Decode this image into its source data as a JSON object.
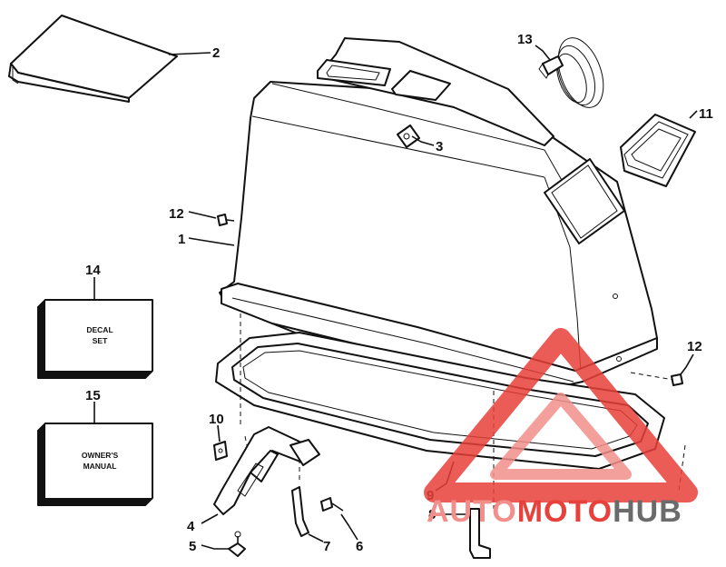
{
  "callouts": [
    {
      "id": "1",
      "label": "1"
    },
    {
      "id": "2",
      "label": "2"
    },
    {
      "id": "3",
      "label": "3"
    },
    {
      "id": "4",
      "label": "4"
    },
    {
      "id": "5",
      "label": "5"
    },
    {
      "id": "6",
      "label": "6"
    },
    {
      "id": "7",
      "label": "7"
    },
    {
      "id": "8",
      "label": "8"
    },
    {
      "id": "9",
      "label": "9"
    },
    {
      "id": "10",
      "label": "10"
    },
    {
      "id": "11",
      "label": "11"
    },
    {
      "id": "12a",
      "label": "12"
    },
    {
      "id": "12b",
      "label": "12"
    },
    {
      "id": "13",
      "label": "13"
    },
    {
      "id": "14",
      "label": "14"
    },
    {
      "id": "15",
      "label": "15"
    }
  ],
  "boxes": {
    "decal_set": {
      "line1": "DECAL",
      "line2": "SET"
    },
    "owners_manual": {
      "line1": "OWNER'S",
      "line2": "MANUAL"
    }
  },
  "watermark": {
    "part1": "AUTO",
    "part2": "MOTO",
    "part3": "HUB",
    "color_red": "#e8403a",
    "color_pink": "#f28f8a",
    "color_gray": "#6b6b6b"
  }
}
